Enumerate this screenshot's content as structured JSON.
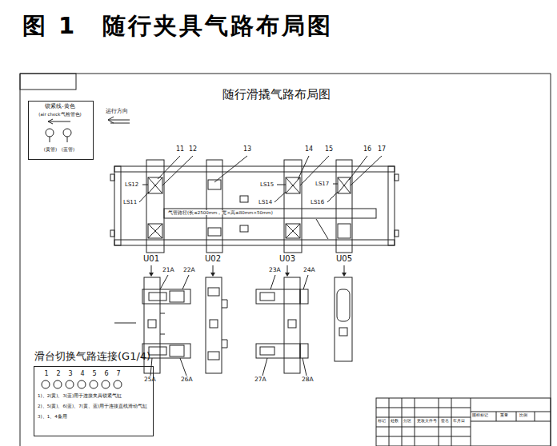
{
  "diagram": {
    "title": "图 1　随行夹具气路布局图",
    "nodes": [
      {
        "text": [
          "锁紧线-黄色",
          "(air check气检管色)",
          "(黄管)",
          "(蓝管)"
        ]
      },
      {
        "text": [
          "滑台切换气路连接(G1/4)",
          "1",
          "2",
          "3",
          "4",
          "5",
          "6",
          "7",
          "1)、2(黄)、3(蓝)用于连接夹具锁紧气缸",
          "2)、5(黄)、6(蓝)、7(黄、蓝)用于连接直线滑动气缸",
          "3)、1、4备用"
        ]
      }
    ],
    "labels": [
      "随行滑撬气路布局图",
      "运行方向",
      "11",
      "12",
      "13",
      "14",
      "15",
      "16",
      "17",
      "LS12",
      "LS11",
      "LS15",
      "LS14",
      "LS17",
      "LS16",
      "气管路径(长≤2500mm，宽×高≤80mm×50mm)",
      "U01",
      "U02",
      "U03",
      "U05",
      "21A",
      "22A",
      "23A",
      "24A",
      "25A",
      "26A",
      "27A",
      "28A",
      "标记",
      "处数",
      "分区",
      "更改文件号",
      "签名",
      "年月日",
      "图样标记",
      "重量",
      "比例"
    ]
  }
}
